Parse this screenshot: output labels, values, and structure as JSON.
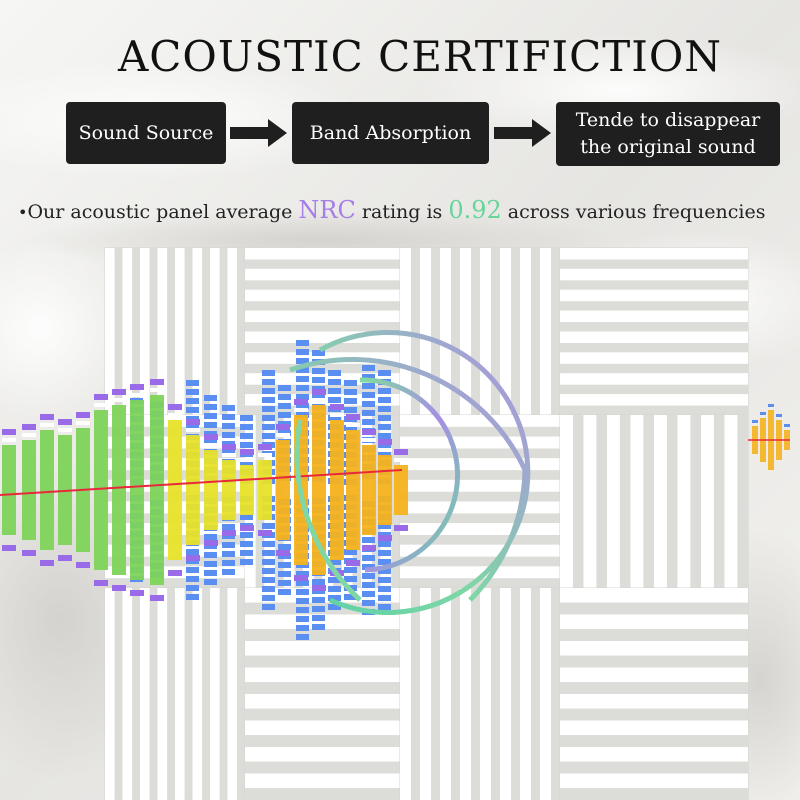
{
  "title": "ACOUSTIC CERTIFICTION",
  "flow": {
    "steps": [
      "Sound Source",
      "Band Absorption",
      "Tende to disappear the original sound"
    ],
    "step3_lines": [
      "Tende to disappear",
      "the original sound"
    ]
  },
  "nrc_statement": {
    "bullet": "•",
    "prefix": "Our acoustic panel average ",
    "nrc_word": "NRC",
    "middle": " rating is ",
    "value": "0.92",
    "suffix": " across various frequencies"
  },
  "colors": {
    "box_bg": "#1f1f1f",
    "nrc_purple": "#a57ee8",
    "nrc_green": "#67d59a",
    "red_line": "#e8283c",
    "bar_purple": "#9a6be8",
    "bar_blue": "#5a8ef0",
    "bar_green": "#7ed35a",
    "bar_yellow": "#e8e22a",
    "bar_orange": "#f5b21e"
  },
  "icons": [
    "right-arrow-icon",
    "right-arrow-icon",
    "sound-wave-rings-icon"
  ]
}
